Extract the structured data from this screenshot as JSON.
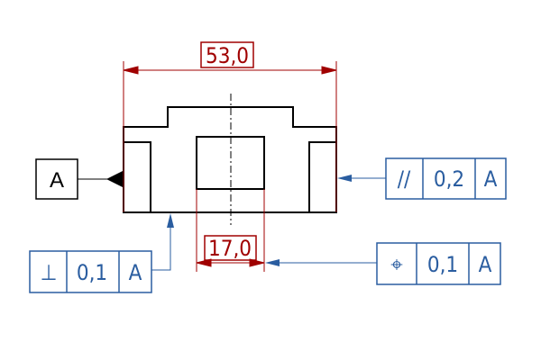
{
  "dimensions": {
    "overall_width": "53,0",
    "hole_width": "17,0"
  },
  "datum": {
    "label": "A"
  },
  "feature_control_frames": {
    "parallelism": {
      "symbol": "//",
      "tolerance": "0,2",
      "datum": "A"
    },
    "perpendicularity": {
      "symbol": "⊥",
      "tolerance": "0,1",
      "datum": "A"
    },
    "position": {
      "symbol": "⌖",
      "tolerance": "0,1",
      "datum": "A"
    }
  },
  "colors": {
    "part_outline": "#000000",
    "dimension": "#a00000",
    "annotation": "#2a5da0"
  }
}
